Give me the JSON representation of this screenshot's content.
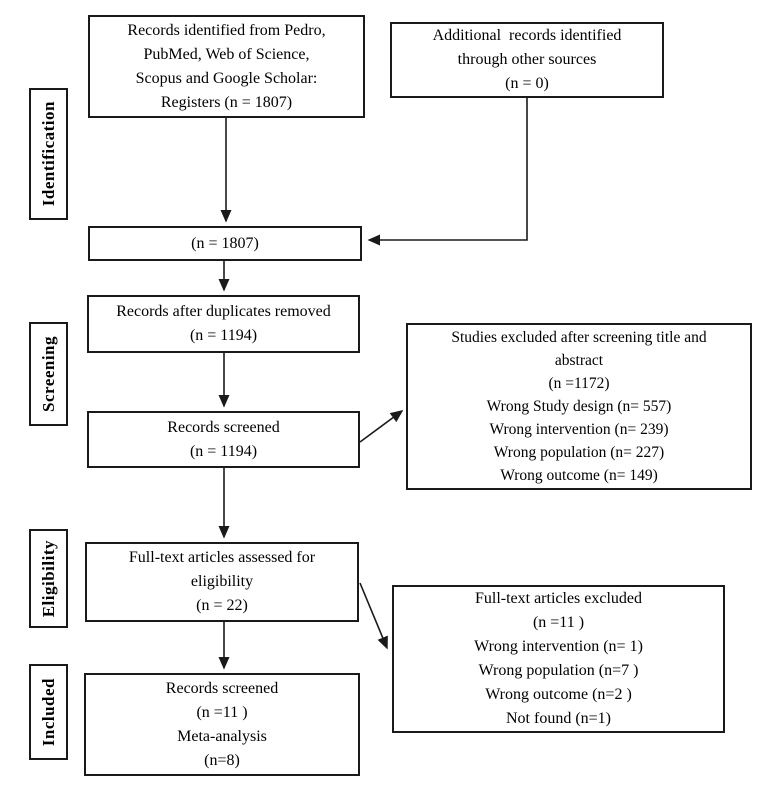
{
  "stages": {
    "identification": "Identification",
    "screening": "Screening",
    "eligibility": "Eligibility",
    "included": "Included"
  },
  "boxes": {
    "records_identified": {
      "lines": [
        "Records identified from Pedro,",
        "PubMed, Web of Science,",
        "Scopus and Google Scholar:",
        "Registers (n = 1807)"
      ]
    },
    "additional_records": {
      "lines": [
        "Additional  records identified",
        "through other sources",
        "(n = 0)"
      ]
    },
    "combined_total": {
      "lines": [
        "(n = 1807)"
      ]
    },
    "duplicates_removed": {
      "lines": [
        "Records after duplicates removed",
        "(n = 1194)"
      ]
    },
    "records_screened": {
      "lines": [
        "Records screened",
        "(n = 1194)"
      ]
    },
    "studies_excluded": {
      "lines": [
        "Studies excluded after screening title and",
        "abstract",
        "(n =1172)",
        "Wrong Study design (n= 557)",
        "Wrong intervention (n= 239)",
        "Wrong population (n= 227)",
        "Wrong outcome (n= 149)"
      ]
    },
    "fulltext_assessed": {
      "lines": [
        "Full-text articles assessed for",
        "eligibility",
        "(n = 22)"
      ]
    },
    "fulltext_excluded": {
      "lines": [
        "Full-text articles excluded",
        "(n =11 )",
        "Wrong intervention (n= 1)",
        "Wrong population (n=7 )",
        "Wrong outcome (n=2 )",
        "Not found (n=1)"
      ]
    },
    "included_records": {
      "lines": [
        "Records screened",
        "(n =11 )",
        "Meta-analysis",
        "(n=8)"
      ]
    }
  },
  "colors": {
    "border": "#1a1a1a",
    "background": "#ffffff",
    "text": "#000000"
  }
}
